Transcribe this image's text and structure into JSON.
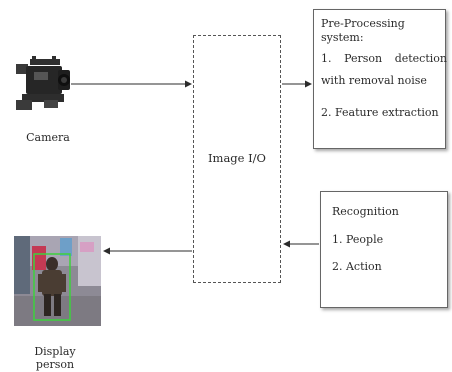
{
  "nodes": {
    "camera": {
      "label": "Camera"
    },
    "image_io": {
      "label": "Image I/O"
    },
    "preprocessing": {
      "title": "Pre-Processing system:",
      "item1": "1.  Person  detection  with removal noise",
      "item2": "2. Feature extraction"
    },
    "recognition": {
      "title": "Recognition",
      "item1": "1. People",
      "item2": "2. Action"
    },
    "display": {
      "label": "Display person"
    }
  },
  "icons": {
    "camera": "video-camera-icon",
    "display": "person-detection-image"
  },
  "edges": [
    {
      "from": "camera",
      "to": "image_io"
    },
    {
      "from": "image_io",
      "to": "preprocessing"
    },
    {
      "from": "recognition",
      "to": "image_io"
    },
    {
      "from": "image_io",
      "to": "display"
    }
  ],
  "colors": {
    "line": "#2b2b2b",
    "box_border": "#666666",
    "detection_box": "#3cd23c"
  }
}
